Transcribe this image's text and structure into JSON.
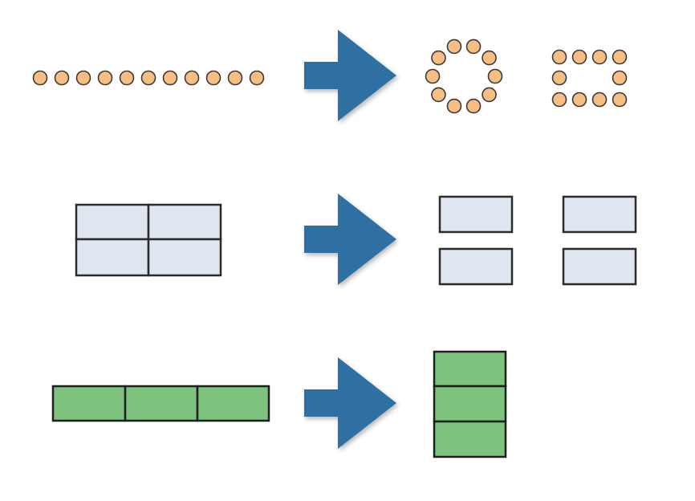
{
  "diagram": {
    "rows": [
      {
        "id": "seats-row",
        "before": "line-of-11-seats",
        "after": [
          "circle-of-10-seats",
          "rectangle-of-10-seats"
        ]
      },
      {
        "id": "tables-2x2-row",
        "before": "four-tables-joined-2x2",
        "after": [
          "two-tables-separated-left",
          "two-tables-separated-right"
        ]
      },
      {
        "id": "tables-3-row",
        "before": "three-tables-joined-horizontal",
        "after": [
          "three-tables-stacked-vertical"
        ]
      }
    ]
  },
  "colors": {
    "seat_fill": "#F7BE84",
    "seat_stroke": "#3a3a3a",
    "table_fill": "#DFE6F0",
    "table_stroke": "#2b2b2b",
    "green_fill": "#7DC27D",
    "green_stroke": "#1f1f1f",
    "arrow_fill": "#2E6FA2"
  },
  "icons": {
    "arrow": "right-arrow-icon",
    "seat": "seat-circle-icon"
  }
}
